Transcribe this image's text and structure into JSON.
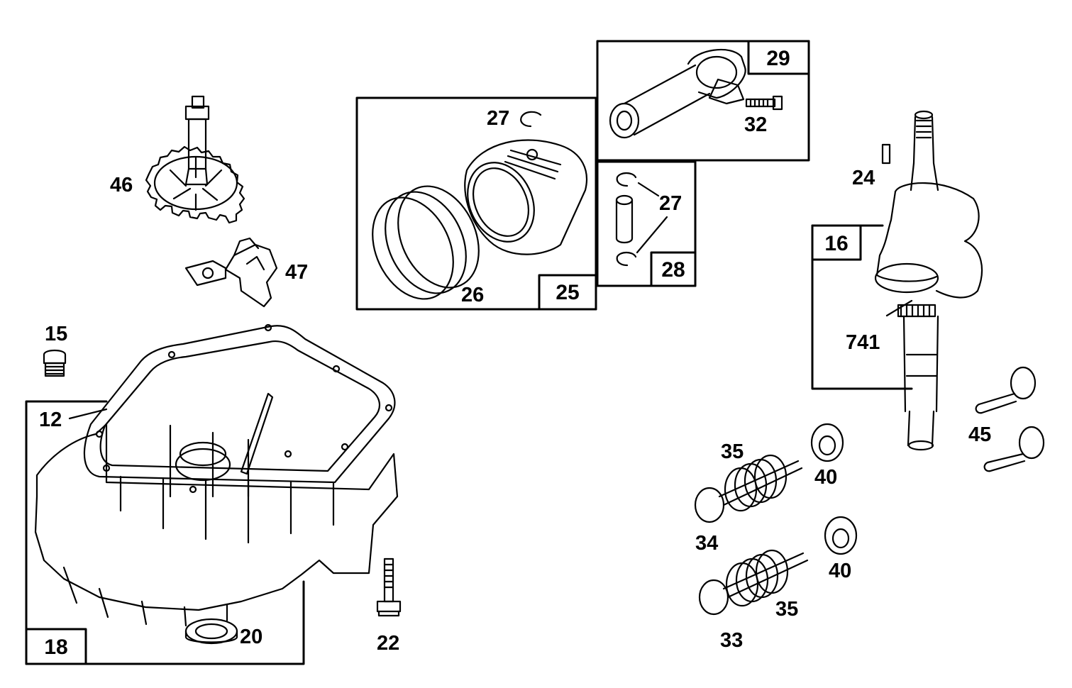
{
  "colors": {
    "ink": "#000000",
    "paper": "#ffffff"
  },
  "boxes": {
    "b25": "25",
    "b29": "29",
    "b28": "28",
    "b16": "16",
    "b18": "18"
  },
  "callouts": {
    "c46": "46",
    "c47": "47",
    "c15": "15",
    "c12": "12",
    "c20": "20",
    "c22": "22",
    "c27a": "27",
    "c26": "26",
    "c32": "32",
    "c27b": "27",
    "c24": "24",
    "c741": "741",
    "c45": "45",
    "c35a": "35",
    "c40a": "40",
    "c34": "34",
    "c40b": "40",
    "c35b": "35",
    "c33": "33"
  },
  "parts": [
    "cam-gear",
    "governor",
    "oil-plug",
    "gasket",
    "crankcase",
    "oil-seal",
    "bolt",
    "piston",
    "piston-rings",
    "connecting-rod",
    "rod-bolt",
    "piston-pin",
    "retainer-clips",
    "crankshaft",
    "timing-gear",
    "key",
    "tappets",
    "valve-spring",
    "valve-retainer",
    "intake-valve",
    "exhaust-valve"
  ]
}
